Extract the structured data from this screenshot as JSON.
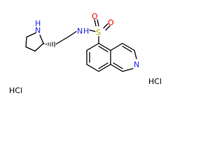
{
  "molecule": {
    "atom_labels": {
      "pyrrolidine_n": "N",
      "pyrrolidine_h": "H",
      "sulfonamide_n": "N",
      "sulfonamide_h": "H",
      "sulfur": "S",
      "oxygen_left": "O",
      "oxygen_right": "O",
      "isoquinoline_n": "N"
    },
    "salts": {
      "left": "HCl",
      "right": "HCl"
    }
  },
  "colors": {
    "bond": "#000000",
    "nitrogen": "#2222ee",
    "oxygen": "#ee0000",
    "sulfur": "#b3a600",
    "background": "#ffffff"
  }
}
